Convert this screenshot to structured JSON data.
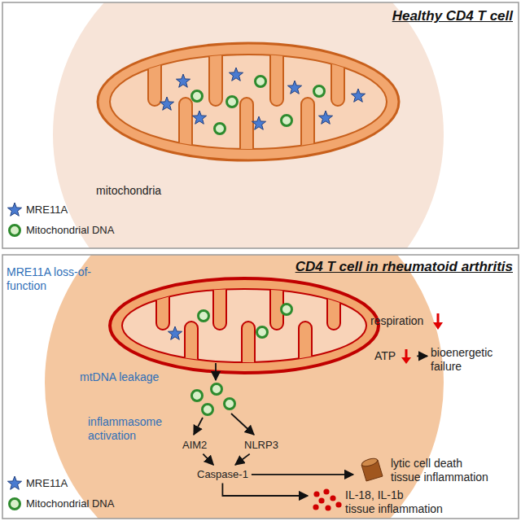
{
  "diagram": {
    "nodes": [
      {
        "text": [
          "Healthy CD4 T cell"
        ]
      },
      {
        "text": [
          "mitochondria"
        ],
        "in": 0
      },
      {
        "text": [
          "CD4 T cell in rheumatoid arthritis"
        ]
      },
      {
        "text": [
          "mtDNA leakage",
          "inflammasome activation"
        ],
        "in": 2
      },
      {
        "text": [
          "ATP"
        ],
        "in": 3
      },
      {
        "text": [
          "bioenergetic failure"
        ],
        "in": 2
      },
      {
        "text": [
          "AIM2"
        ],
        "in": 3
      },
      {
        "text": [
          "NLRP3"
        ],
        "in": 3
      },
      {
        "text": [
          "Caspase-1"
        ],
        "in": 3
      },
      {
        "text": [
          "lytic cell death",
          "tissue inflammation"
        ],
        "in": 2
      },
      {
        "text": [
          "IL-18, IL-1b",
          "tissue inflammation"
        ],
        "in": 2
      }
    ],
    "edges": [
      {
        "from": 6,
        "to": 8,
        "arrow": "to"
      },
      {
        "from": 7,
        "to": 8,
        "arrow": "to"
      },
      {
        "from": 4,
        "to": 5,
        "arrow": "to"
      },
      {
        "from": 8,
        "to": 9,
        "arrow": "to"
      },
      {
        "from": 8,
        "to": 10,
        "arrow": "to"
      }
    ],
    "labels": [
      "MRE11A loss-of-function",
      "respiration"
    ],
    "legend": [
      {
        "text": "MRE11A"
      },
      {
        "text": "Mitochondrial DNA"
      },
      {
        "text": "MRE11A"
      },
      {
        "text": "Mitochondrial DNA"
      }
    ]
  }
}
